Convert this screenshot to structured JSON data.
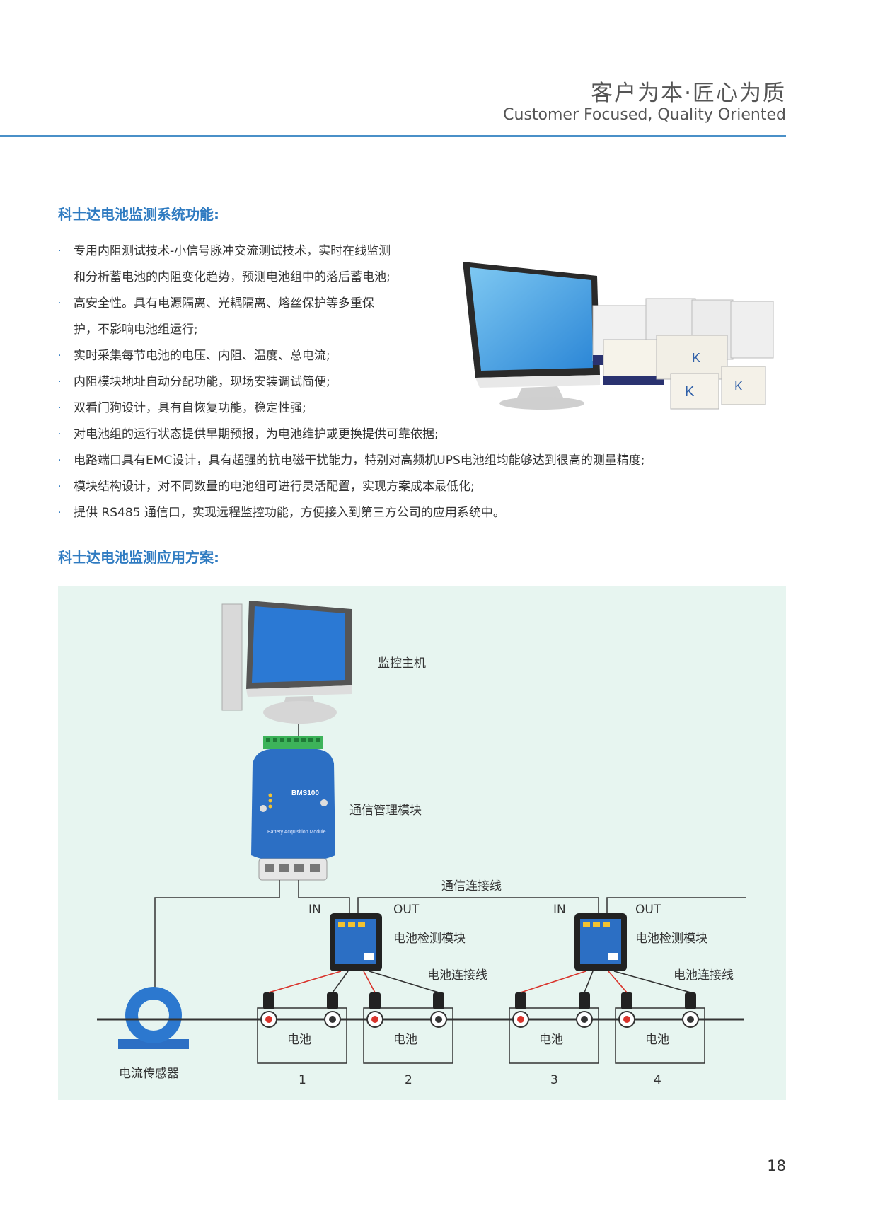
{
  "header": {
    "title_cn": "客户为本·匠心为质",
    "title_en": "Customer Focused, Quality Oriented"
  },
  "features_section": {
    "title": "科士达电池监测系统功能:",
    "items": [
      {
        "line1": "专用内阻测试技术-小信号脉冲交流测试技术，实时在线监测",
        "line2": "和分析蓄电池的内阻变化趋势，预测电池组中的落后蓄电池;"
      },
      {
        "line1": "高安全性。具有电源隔离、光耦隔离、熔丝保护等多重保",
        "line2": "护，不影响电池组运行;"
      },
      {
        "line1": "实时采集每节电池的电压、内阻、温度、总电流;"
      },
      {
        "line1": "内阻模块地址自动分配功能，现场安装调试简便;"
      },
      {
        "line1": "双看门狗设计，具有自恢复功能，稳定性强;"
      },
      {
        "line1": "对电池组的运行状态提供早期预报，为电池维护或更换提供可靠依据;"
      },
      {
        "line1": "电路端口具有EMC设计，具有超强的抗电磁干扰能力，特别对高频机UPS电池组均能够达到很高的测量精度;"
      },
      {
        "line1": "模块结构设计，对不同数量的电池组可进行灵活配置，实现方案成本最低化;"
      },
      {
        "line1": "提供 RS485 通信口，实现远程监控功能，方便接入到第三方公司的应用系统中。"
      }
    ]
  },
  "application_section": {
    "title": "科士达电池监测应用方案:"
  },
  "diagram": {
    "host_label": "监控主机",
    "comm_module_label": "通信管理模块",
    "comm_module_text": "BMS100",
    "comm_module_subtext": "Battery Acquisition Module",
    "comm_line_label": "通信连接线",
    "in_label": "IN",
    "out_label": "OUT",
    "detect_module_label": "电池检测模块",
    "battery_line_label": "电池连接线",
    "battery_label": "电池",
    "battery_numbers": [
      "1",
      "2",
      "3",
      "4"
    ],
    "sensor_label": "电流传感器",
    "colors": {
      "background": "#e7f5f0",
      "module_blue": "#2c6fc4",
      "wire_red": "#d9332b",
      "accent": "#2f7bc1"
    }
  },
  "page_number": "18"
}
